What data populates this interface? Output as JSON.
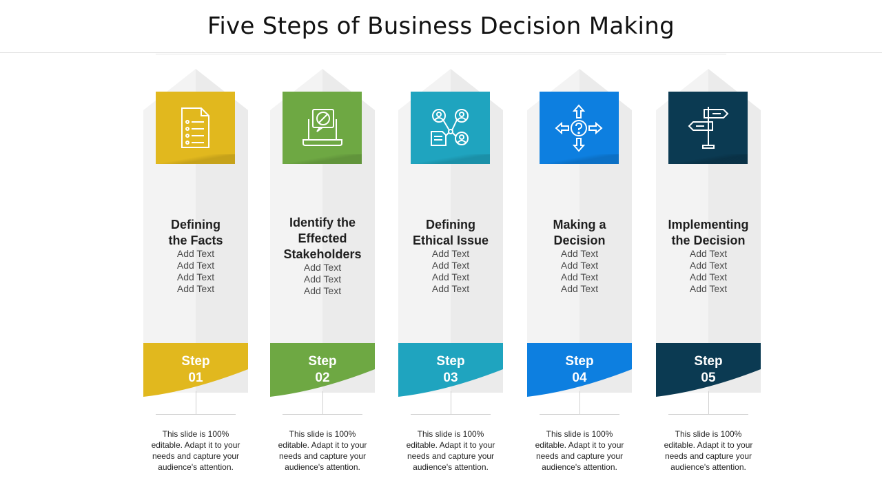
{
  "title": "Five Steps of Business Decision Making",
  "steps": [
    {
      "icon": "document-list-icon",
      "color": "#E1B81E",
      "heading": [
        "Defining",
        "the Facts"
      ],
      "subtexts": [
        "Add Text",
        "Add Text",
        "Add Text",
        "Add Text"
      ],
      "step_word": "Step",
      "step_num": "01",
      "description": "This slide is 100% editable. Adapt it to your needs and capture your audience's attention."
    },
    {
      "icon": "laptop-chat-icon",
      "color": "#6EA843",
      "heading": [
        "Identify the",
        "Effected",
        "Stakeholders"
      ],
      "subtexts": [
        "Add Text",
        "Add Text",
        "Add Text"
      ],
      "step_word": "Step",
      "step_num": "02",
      "description": "This slide is 100% editable. Adapt it to your needs and capture your audience's attention."
    },
    {
      "icon": "stakeholders-network-icon",
      "color": "#1FA4BF",
      "heading": [
        "Defining",
        "Ethical Issue"
      ],
      "subtexts": [
        "Add Text",
        "Add Text",
        "Add Text",
        "Add Text"
      ],
      "step_word": "Step",
      "step_num": "03",
      "description": "This slide is 100% editable. Adapt it to your needs and capture your audience's attention."
    },
    {
      "icon": "decision-arrows-icon",
      "color": "#0D7FE0",
      "heading": [
        "Making a",
        "Decision"
      ],
      "subtexts": [
        "Add Text",
        "Add Text",
        "Add Text",
        "Add Text"
      ],
      "step_word": "Step",
      "step_num": "04",
      "description": "This slide is 100% editable. Adapt it to your needs and capture your audience's attention."
    },
    {
      "icon": "signpost-icon",
      "color": "#0B3A52",
      "heading": [
        "Implementing",
        "the Decision"
      ],
      "subtexts": [
        "Add Text",
        "Add Text",
        "Add Text",
        "Add Text"
      ],
      "step_word": "Step",
      "step_num": "05",
      "description": "This slide is 100% editable. Adapt it to your needs and capture your audience's attention."
    }
  ]
}
